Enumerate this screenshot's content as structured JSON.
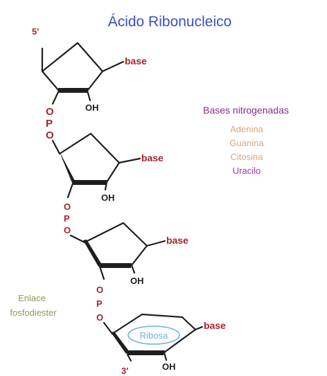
{
  "title": "Ácido Ribonucleico",
  "five_prime": "5'",
  "three_prime": "3'",
  "base_label": "base",
  "oh_label": "OH",
  "phosphate": {
    "o_top": "O",
    "p": "P",
    "o_bottom": "O"
  },
  "legend": {
    "title": "Bases nitrogenadas",
    "items": [
      "Adenina",
      "Guanina",
      "Citosina",
      "Uracilo"
    ]
  },
  "enlace": {
    "line1": "Enlace",
    "line2": "fosfodiester"
  },
  "ribosa_label": "Ribosa",
  "colors": {
    "title": "#3a4fc2",
    "base": "#a8242b",
    "legend_title": "#8a2d8a",
    "legend_item": "#d9a77a",
    "legend_uracilo": "#9a3bb0",
    "enlace": "#8a9b5a",
    "ribosa": "#6fb0e0"
  }
}
